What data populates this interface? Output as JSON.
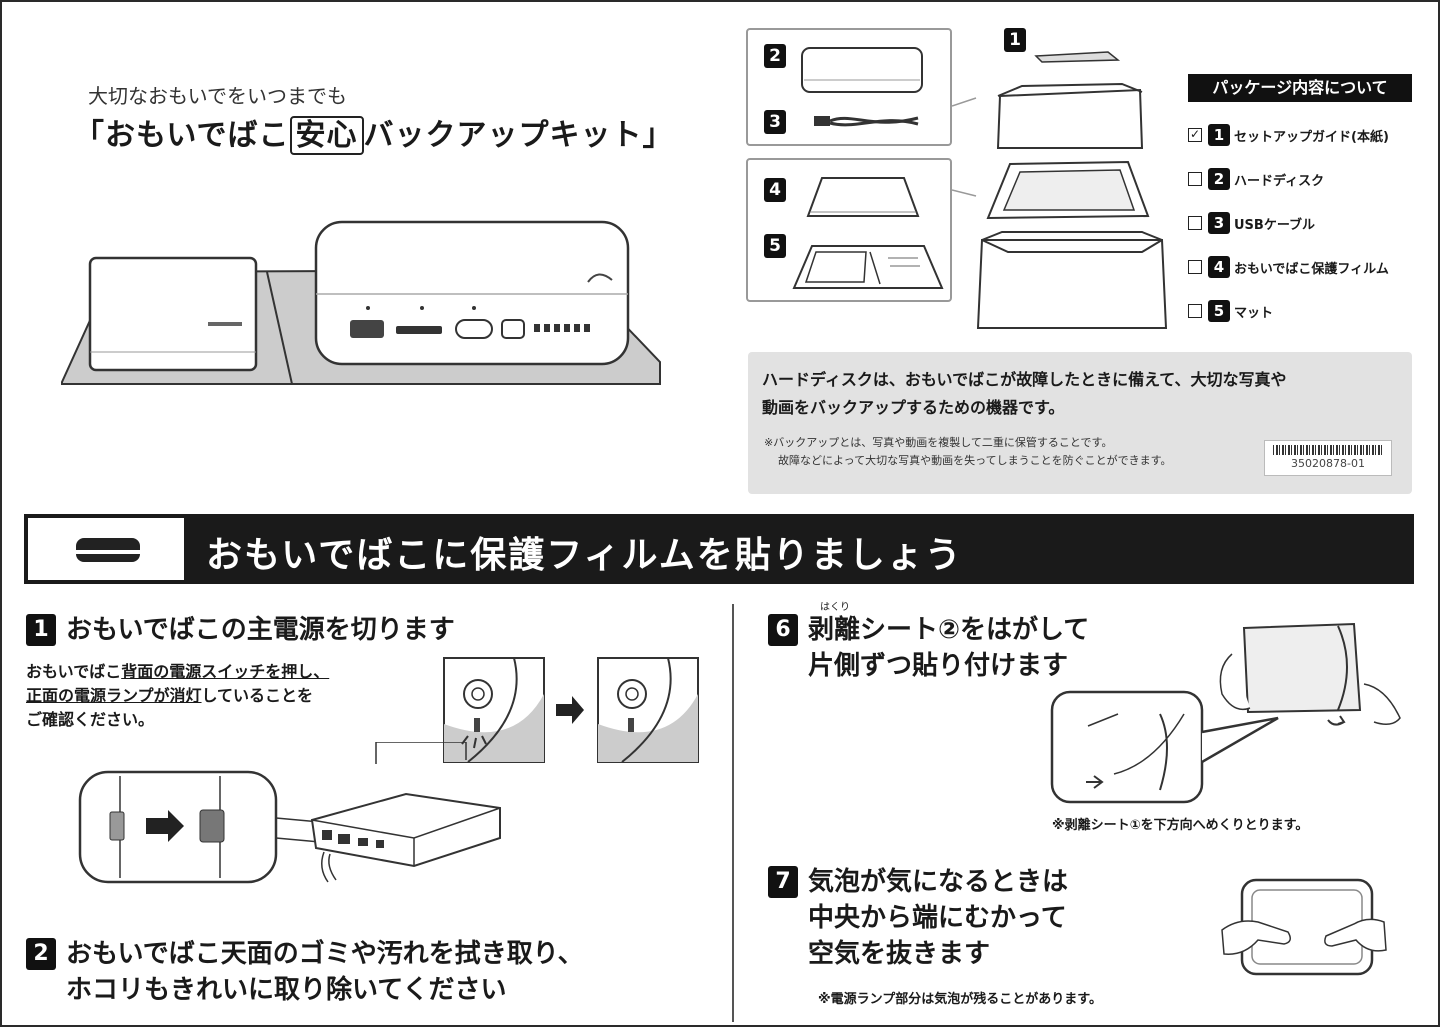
{
  "top": {
    "tagline": "大切なおもいでをいつまでも",
    "title_pre": "「おもいでばこ",
    "title_boxed": "安心",
    "title_post": "バックアップキット」"
  },
  "package": {
    "header": "パッケージ内容について",
    "items": [
      {
        "num": "1",
        "label": "セットアップガイド(本紙)",
        "checked": true
      },
      {
        "num": "2",
        "label": "ハードディスク",
        "checked": false
      },
      {
        "num": "3",
        "label": "USBケーブル",
        "checked": false
      },
      {
        "num": "4",
        "label": "おもいでばこ保護フィルム",
        "checked": false
      },
      {
        "num": "5",
        "label": "マット",
        "checked": false
      }
    ],
    "box_numbers": [
      "1",
      "2",
      "3",
      "4",
      "5"
    ]
  },
  "info": {
    "line1": "ハードディスクは、おもいでばこが故障したときに備えて、大切な写真や",
    "line2": "動画をバックアップするための機器です。",
    "note1": "※バックアップとは、写真や動画を複製して二重に保管することです。",
    "note2": "故障などによって大切な写真や動画を失ってしまうことを防ぐことができます。",
    "barcode": "35020878-01"
  },
  "banner": {
    "title": "おもいでばこに保護フィルムを貼りましょう"
  },
  "steps": {
    "s1": {
      "num": "1",
      "title": "おもいでばこの主電源を切ります",
      "desc1_pre": "おもいでばこ",
      "desc1_u": "背面の電源スイッチを押し、",
      "desc2_u": "正面の電源ランプが消灯",
      "desc2_post": "していることを",
      "desc3": "ご確認ください。"
    },
    "s2": {
      "num": "2",
      "title1": "おもいでばこ天面のゴミや汚れを拭き取り、",
      "title2": "ホコリもきれいに取り除いてください"
    },
    "s6": {
      "num": "6",
      "ruby": "はくり",
      "title1": "剥離シート②をはがして",
      "title2": "片側ずつ貼り付けます",
      "note": "※剥離シート①を下方向へめくりとります。"
    },
    "s7": {
      "num": "7",
      "title1": "気泡が気になるときは",
      "title2": "中央から端にむかって",
      "title3": "空気を抜きます",
      "note": "※電源ランプ部分は気泡が残ることがあります。"
    }
  }
}
